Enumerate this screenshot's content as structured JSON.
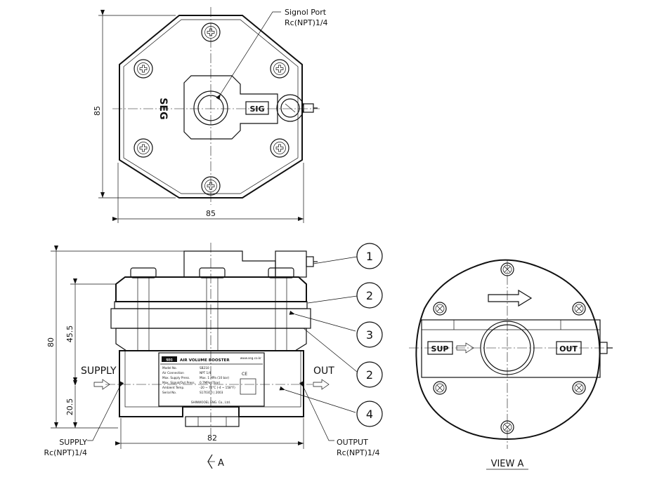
{
  "top_view": {
    "signal_port_label": "Signol Port",
    "signal_port_thread": "Rc(NPT)1/4",
    "dim_height": "85",
    "dim_width": "85",
    "logo_text": "SEG",
    "sig_label": "SIG"
  },
  "front_view": {
    "dim_total_height": "80",
    "dim_upper": "45.5",
    "dim_lower": "20.5",
    "dim_width": "82",
    "supply_label": "SUPPLY",
    "out_label": "OUT",
    "supply_callout": "SUPPLY",
    "supply_thread": "Rc(NPT)1/4",
    "output_callout": "OUTPUT",
    "output_thread": "Rc(NPT)1/4",
    "view_arrow_label": "A",
    "balloons": [
      "1",
      "2",
      "3",
      "2",
      "4"
    ],
    "nameplate": {
      "title": "AIR VOLUME BOOSTER",
      "brand": "SEG",
      "website": "www.seg.co.kr",
      "rows": [
        {
          "k": "Model No.",
          "v": "SB210"
        },
        {
          "k": "Air Connection",
          "v": "NPT 1/4"
        },
        {
          "k": "Max. Supply Press.",
          "v": "Max. 1 MPa (10 bar)"
        },
        {
          "k": "Max. Signal/Out Press.",
          "v": "0.7MPa (7bar)"
        },
        {
          "k": "Ambient Temp.",
          "v": "-20 ~ 70°C (-4 ~ 158°F)"
        },
        {
          "k": "Serial No.",
          "v": "S170310 | 2003"
        }
      ],
      "maker": "SHINWOOEL ENG. Co., Ltd.",
      "ce": "CE"
    }
  },
  "side_view": {
    "title": "VIEW A",
    "sup_label": "SUP",
    "out_label": "OUT"
  }
}
